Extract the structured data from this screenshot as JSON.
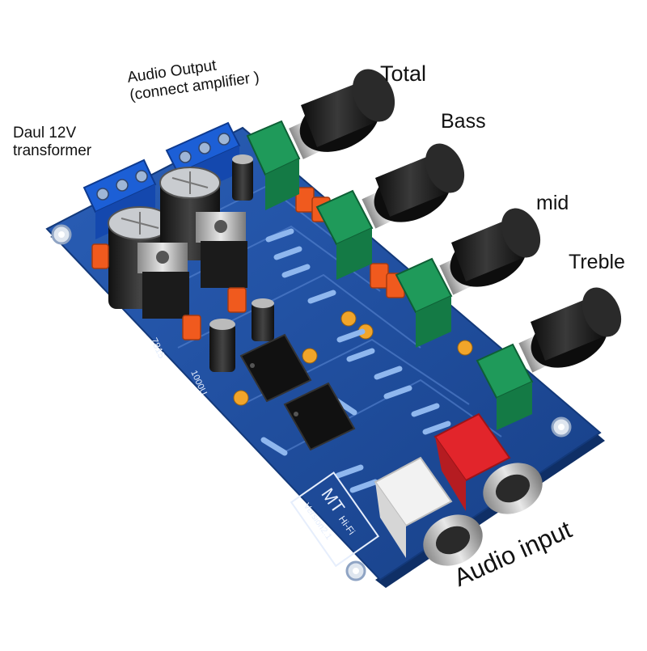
{
  "labels": {
    "total": "Total",
    "bass": "Bass",
    "mid": "mid",
    "treble": "Treble",
    "transformer": {
      "line1": "Daul 12V",
      "line2": "transformer"
    },
    "audio_output": {
      "line1": "Audio Output",
      "line2": "(connect amplifier )"
    },
    "audio_input": "Audio input"
  },
  "board_markings": {
    "brand": "MT",
    "model": "Hi-Fi",
    "version": "Version2.1",
    "regulator": "7815",
    "cap_value": "1000U"
  },
  "colors": {
    "pcb": "#1f4fa0",
    "terminal": "#1c5fd6",
    "potentiometer": "#1f9a5a",
    "knob": "#1a1a1a",
    "rca_left": "#f2f2f2",
    "rca_right": "#e2252b"
  }
}
